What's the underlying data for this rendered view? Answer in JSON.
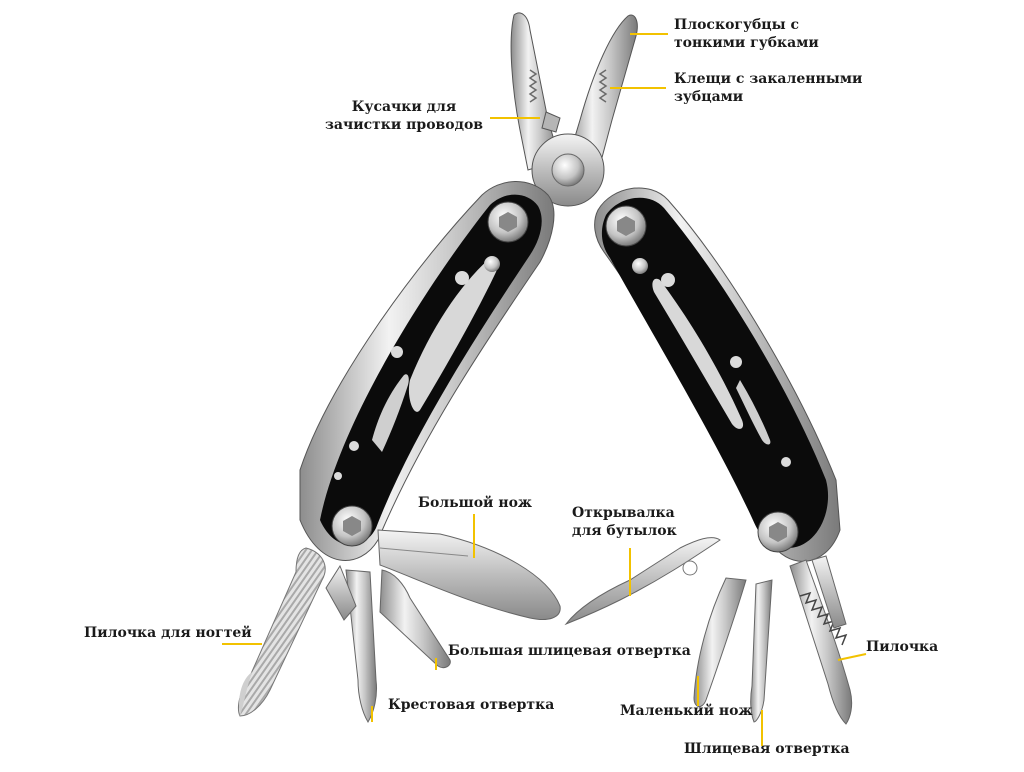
{
  "accent_color": "#f2c200",
  "labels": {
    "thin_pliers": [
      "Плоскогубцы с",
      "тонкими губками"
    ],
    "hardened_pliers": [
      "Клещи с закаленными",
      "зубцами"
    ],
    "wire_cutters": [
      "Кусачки для",
      "зачистки проводов"
    ],
    "large_knife": "Большой нож",
    "bottle_opener": [
      "Открывалка",
      "для бутылок"
    ],
    "nail_file": "Пилочка для ногтей",
    "large_flat_screwdriver": "Большая шлицевая отвертка",
    "saw": "Пилочка",
    "phillips_screwdriver": "Крестовая отвертка",
    "small_knife": "Маленький нож",
    "flat_screwdriver": "Шлицевая отвертка"
  }
}
